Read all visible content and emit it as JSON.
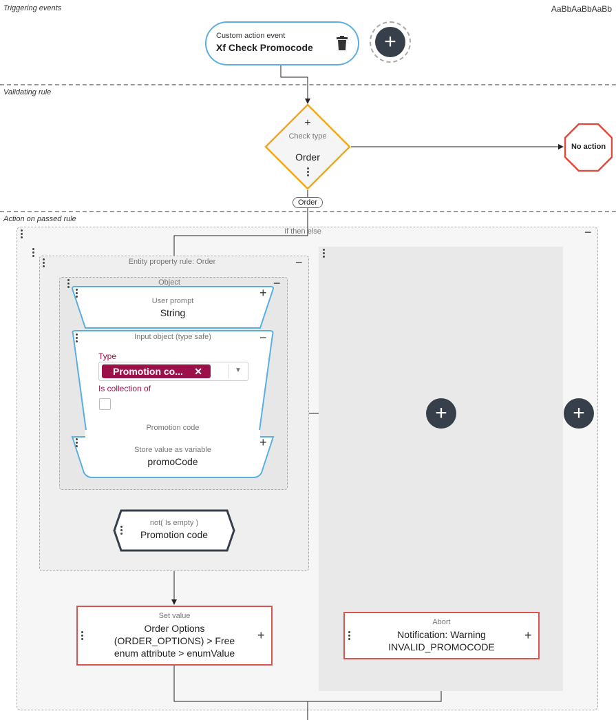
{
  "font_sample": "AaBbAaBbAaBb",
  "sections": {
    "triggering": "Triggering events",
    "validating": "Validating rule",
    "action": "Action on passed rule"
  },
  "trigger": {
    "caption": "Custom action event",
    "name": "Xf Check Promocode",
    "icons": [
      "trash-icon",
      "add-icon"
    ]
  },
  "check": {
    "plus": "+",
    "caption": "Check type",
    "type": "Order",
    "badge": "Order",
    "fail_label": "No action"
  },
  "if_then_else": {
    "label": "If then else"
  },
  "entity_rule": {
    "label": "Entity property rule: Order",
    "object_label": "Object",
    "user_prompt": {
      "caption": "User prompt",
      "value": "String"
    },
    "input_object": {
      "caption": "Input object (type safe)",
      "type_label": "Type",
      "type_value": "Promotion co...",
      "collection_label": "Is collection of",
      "footer": "Promotion code"
    },
    "store": {
      "caption": "Store value as variable",
      "value": "promoCode"
    },
    "condition": {
      "caption": "not( Is empty )",
      "value": "Promotion code"
    }
  },
  "set_value": {
    "caption": "Set value",
    "line1": "Order Options",
    "line2": "(ORDER_OPTIONS) > Free",
    "line3": "enum attribute > enumValue"
  },
  "abort": {
    "caption": "Abort",
    "line1": "Notification: Warning",
    "line2": "INVALID_PROMOCODE"
  },
  "colors": {
    "trigger_border": "#5aaee0",
    "check_border": "#f0a818",
    "stop_border": "#e0483a",
    "chip_bg": "#9b1048",
    "label_red": "#9b1048",
    "action_border": "#d9534f",
    "hex_border": "#37404a"
  }
}
